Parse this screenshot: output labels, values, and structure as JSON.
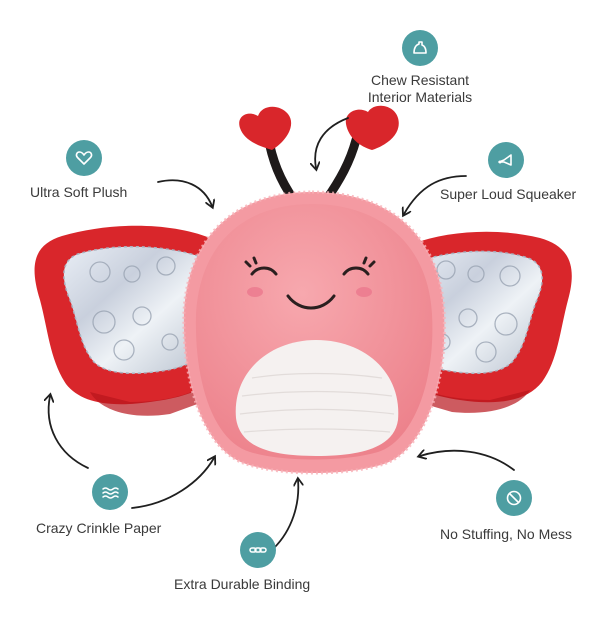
{
  "product": {
    "icon": "butterfly-plush-toy",
    "colors": {
      "wing_red": "#d9262b",
      "body_pink": "#f28e96",
      "belly_white": "#f5f1f0",
      "wing_holo": "#d8dde6",
      "badge_teal": "#4e9ea2"
    }
  },
  "features": [
    {
      "id": "chew-resistant",
      "icon": "flexed-arm-icon",
      "label": "Chew Resistant\nInterior Materials"
    },
    {
      "id": "ultra-soft",
      "icon": "heart-icon",
      "label": "Ultra Soft Plush"
    },
    {
      "id": "squeaker",
      "icon": "horn-icon",
      "label": "Super Loud Squeaker"
    },
    {
      "id": "crinkle",
      "icon": "waves-icon",
      "label": "Crazy Crinkle Paper"
    },
    {
      "id": "no-stuffing",
      "icon": "crossed-out-circle-icon",
      "label": "No Stuffing, No Mess"
    },
    {
      "id": "binding",
      "icon": "chain-icon",
      "label": "Extra Durable Binding"
    }
  ]
}
